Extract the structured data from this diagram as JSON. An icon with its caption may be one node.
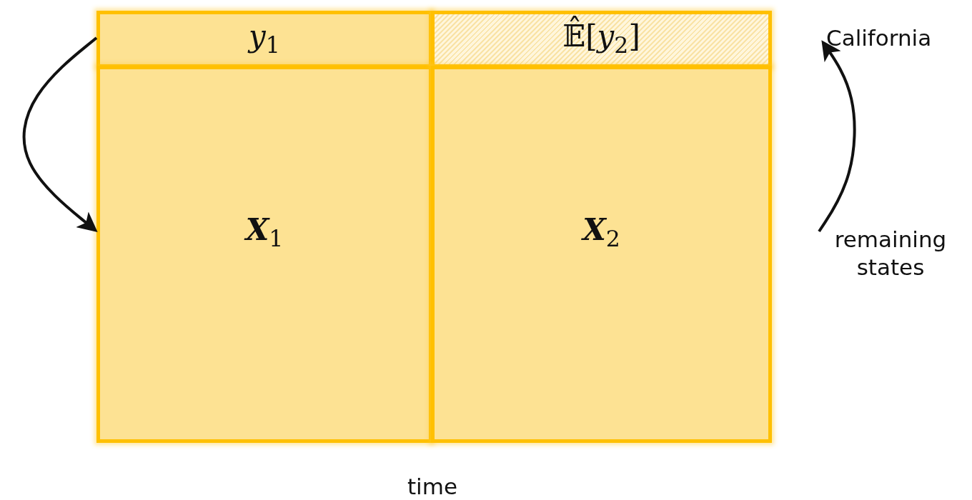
{
  "diagram": {
    "nodes": [
      {
        "text": [
          "*y*$_{1}$"
        ]
      },
      {
        "text": [
          "𝔼̂[*y*$_{2}$]"
        ]
      },
      {
        "text": [
          "**X**$_{1}$"
        ]
      },
      {
        "text": [
          "**X**$_{2}$"
        ]
      },
      {
        "text": [
          "California"
        ]
      },
      {
        "text": [
          "remaining states"
        ]
      }
    ],
    "edges": [
      {
        "from": 0,
        "to": 2,
        "arrow": "to"
      },
      {
        "from": 5,
        "to": 4,
        "arrow": "to"
      }
    ],
    "labels": [
      "time"
    ]
  }
}
